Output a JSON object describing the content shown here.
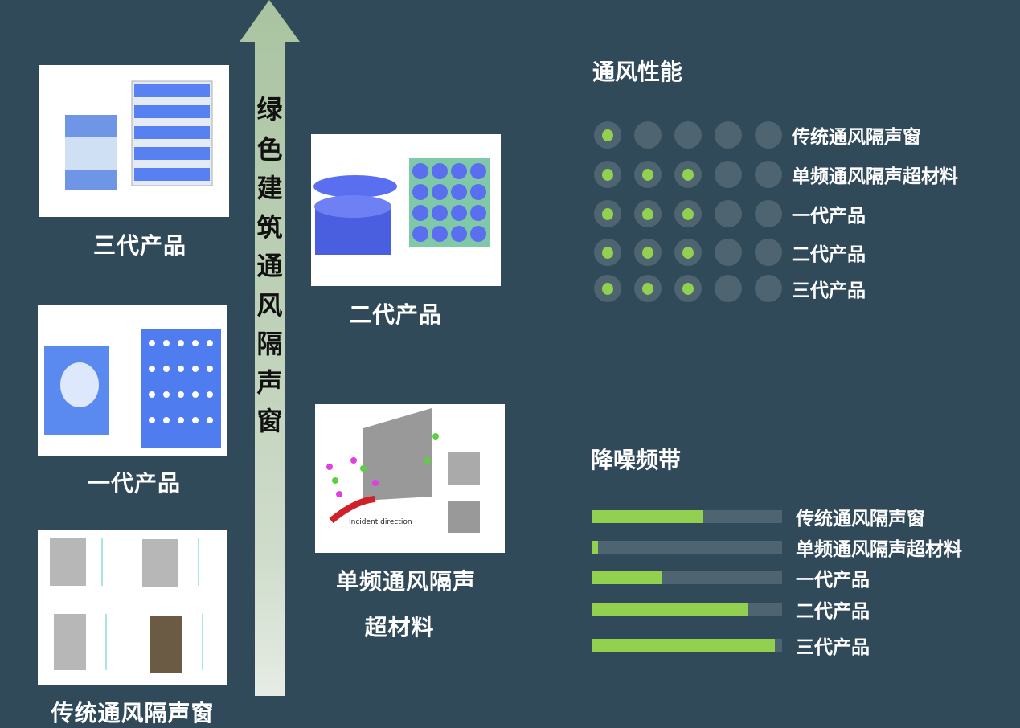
{
  "colors": {
    "background": "#304a5a",
    "accent": "#92d050",
    "inactive": "#4e6470",
    "arrow": "#a9c3a0"
  },
  "arrow_text": [
    "绿",
    "色",
    "建",
    "筑",
    "通",
    "风",
    "隔",
    "声",
    "窗"
  ],
  "products": {
    "gen3": "三代产品",
    "gen1": "一代产品",
    "traditional": "传统通风隔声窗",
    "gen2": "二代产品",
    "single_freq_line1": "单频通风隔声",
    "single_freq_line2": "超材料",
    "incident_label": "Incident direction"
  },
  "ventilation": {
    "title": "通风性能",
    "max": 5,
    "rows": [
      {
        "label": "传统通风隔声窗",
        "value": 1
      },
      {
        "label": "单频通风隔声超材料",
        "value": 3
      },
      {
        "label": "一代产品",
        "value": 3
      },
      {
        "label": "二代产品",
        "value": 3
      },
      {
        "label": "三代产品",
        "value": 3
      }
    ]
  },
  "noise_band": {
    "title": "降噪频带",
    "rows": [
      {
        "label": "传统通风隔声窗",
        "fraction": 0.58
      },
      {
        "label": "单频通风隔声超材料",
        "fraction": 0.03
      },
      {
        "label": "一代产品",
        "fraction": 0.37
      },
      {
        "label": "二代产品",
        "fraction": 0.82
      },
      {
        "label": "三代产品",
        "fraction": 0.96
      }
    ]
  }
}
